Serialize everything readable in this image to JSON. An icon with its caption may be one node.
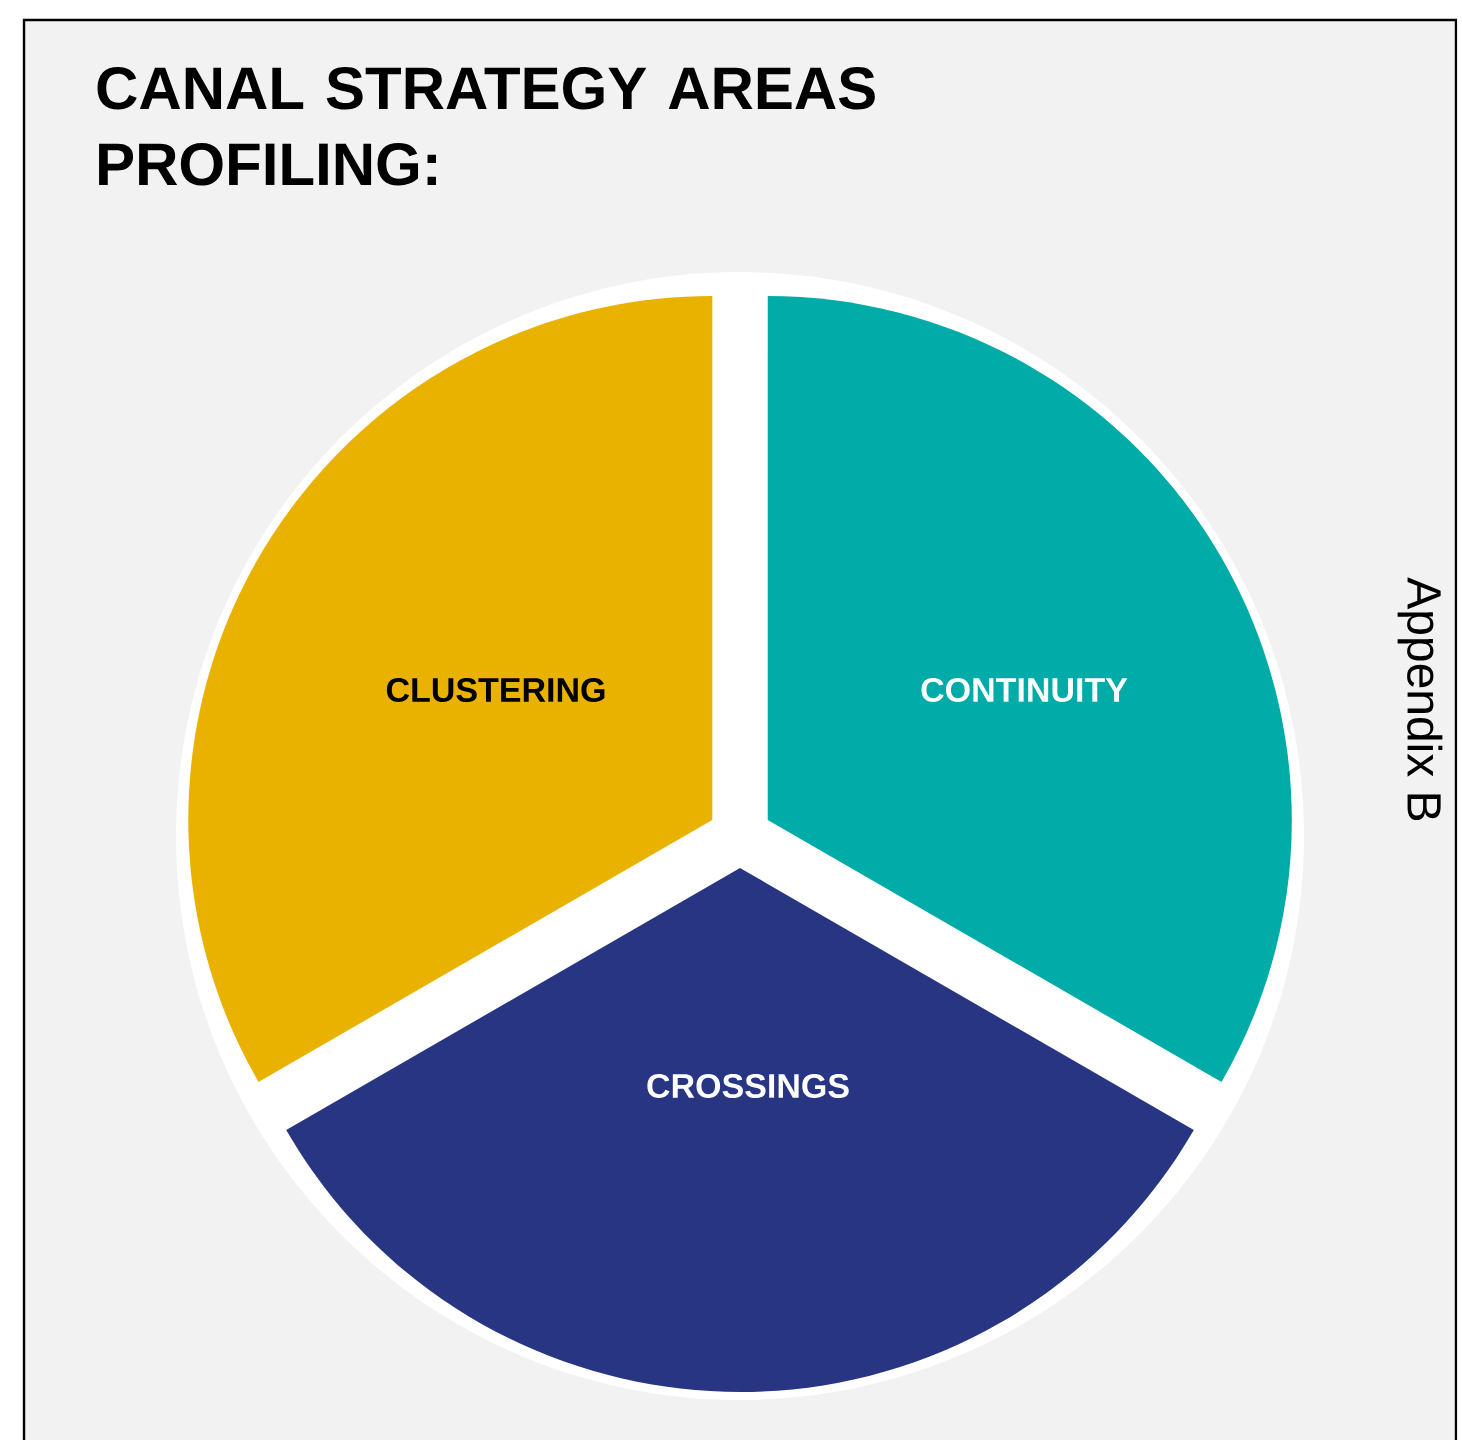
{
  "diagram": {
    "title": "CANAL STRATEGY AREAS PROFILING:",
    "nodes": [
      {
        "text": [
          "CLUSTERING"
        ]
      },
      {
        "text": [
          "CONTINUITY"
        ]
      },
      {
        "text": [
          "CROSSINGS"
        ]
      }
    ],
    "labels": [
      "Appendix B"
    ]
  }
}
